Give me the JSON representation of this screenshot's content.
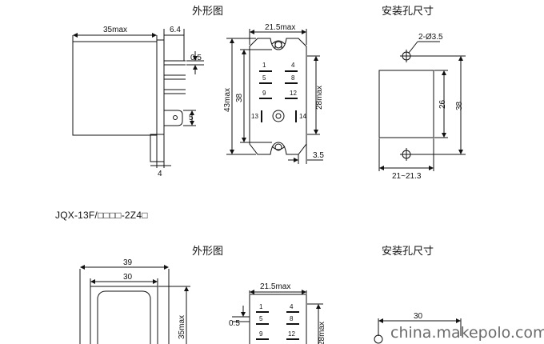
{
  "top_section": {
    "outline_title": "外形图",
    "mount_title": "安装孔尺寸",
    "side": {
      "width": "35max",
      "flange": "6.4",
      "terminal_gap": "0.5",
      "tab_height": "5",
      "base_thickness": "4"
    },
    "front": {
      "width": "21.5max",
      "height_outer": "43max",
      "height_inner": "38",
      "height_socket": "28max",
      "edge": "3.5",
      "pins": [
        "1",
        "4",
        "5",
        "8",
        "9",
        "12",
        "13",
        "14"
      ]
    },
    "mount": {
      "holes": "2-Ø3.5",
      "inner": "26",
      "outer": "38",
      "spacing": "21~21.3"
    }
  },
  "model_label": "JQX-13F/□□□□-2Z4□",
  "bottom_section": {
    "outline_title": "外形图",
    "mount_title": "安装孔尺寸",
    "side": {
      "outer_width": "39",
      "inner_width": "30",
      "height": "35max",
      "gap": "0.5"
    },
    "front": {
      "width": "21.5max",
      "height": "28max",
      "pins": [
        "1",
        "4",
        "5",
        "8",
        "9",
        "12"
      ]
    },
    "mount": {
      "spacing": "30"
    }
  },
  "watermark": "china.makepolo.com"
}
